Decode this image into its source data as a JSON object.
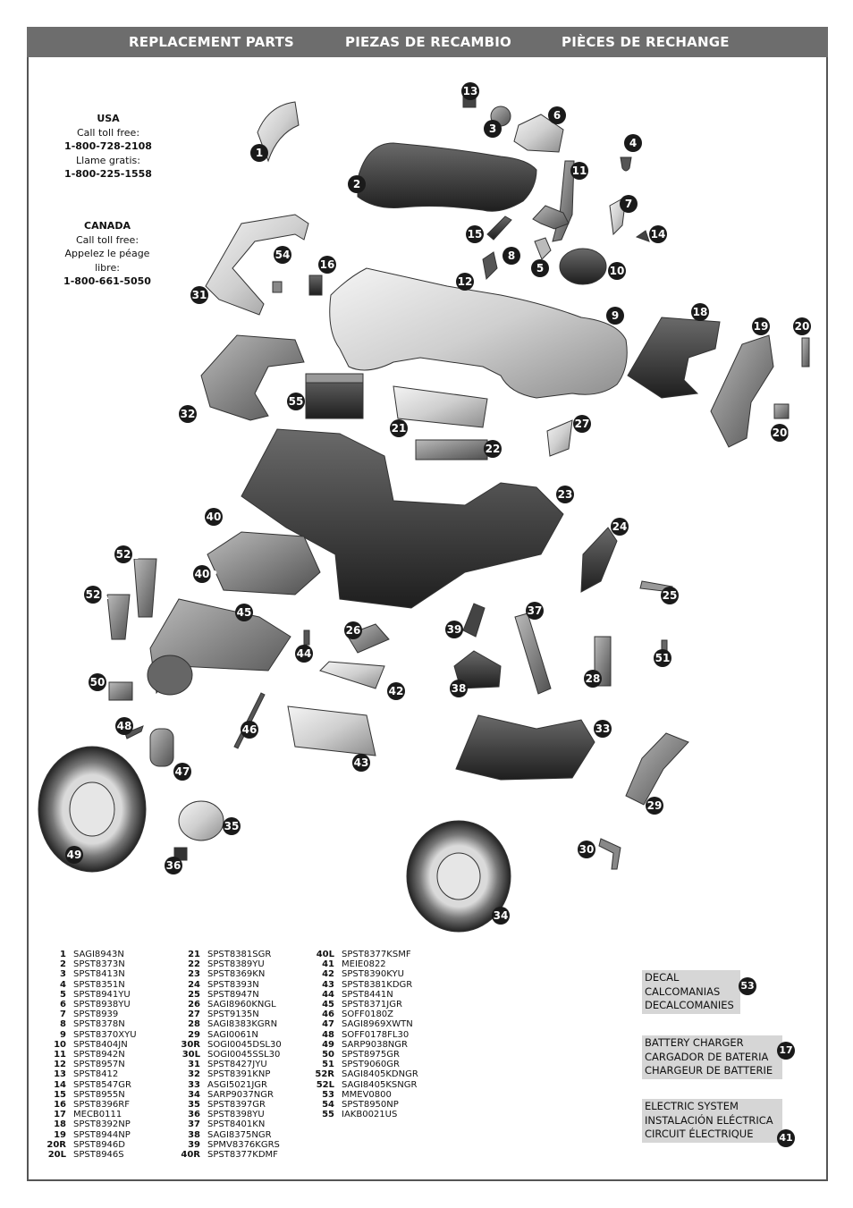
{
  "header": {
    "title_en": "REPLACEMENT PARTS",
    "title_es": "PIEZAS DE RECAMBIO",
    "title_fr": "PIÈCES DE RECHANGE"
  },
  "contacts": {
    "usa": {
      "country": "USA",
      "line1": "Call toll free:",
      "phone1": "1-800-728-2108",
      "line2": "Llame gratis:",
      "phone2": "1-800-225-1558"
    },
    "canada": {
      "country": "CANADA",
      "line1": "Call toll free:",
      "line2": "Appelez le péage",
      "line3": "libre:",
      "phone1": "1-800-661-5050"
    }
  },
  "callouts": [
    {
      "label": "1"
    },
    {
      "label": "2"
    },
    {
      "label": "3"
    },
    {
      "label": "4"
    },
    {
      "label": "5"
    },
    {
      "label": "6"
    },
    {
      "label": "7"
    },
    {
      "label": "8"
    },
    {
      "label": "9"
    },
    {
      "label": "10"
    },
    {
      "label": "11"
    },
    {
      "label": "12"
    },
    {
      "label": "13"
    },
    {
      "label": "14"
    },
    {
      "label": "15"
    },
    {
      "label": "16"
    },
    {
      "label": "18"
    },
    {
      "label": "19"
    },
    {
      "label": "20",
      "suffix": "L"
    },
    {
      "label": "20",
      "suffix": "R"
    },
    {
      "label": "21"
    },
    {
      "label": "22"
    },
    {
      "label": "23"
    },
    {
      "label": "24"
    },
    {
      "label": "25"
    },
    {
      "label": "26"
    },
    {
      "label": "27"
    },
    {
      "label": "28"
    },
    {
      "label": "29"
    },
    {
      "label": "30"
    },
    {
      "label": "31"
    },
    {
      "label": "32"
    },
    {
      "label": "33"
    },
    {
      "label": "34"
    },
    {
      "label": "35"
    },
    {
      "label": "36"
    },
    {
      "label": "37"
    },
    {
      "label": "38"
    },
    {
      "label": "39"
    },
    {
      "label": "40",
      "suffix": "L"
    },
    {
      "label": "40",
      "suffix": "R"
    },
    {
      "label": "42"
    },
    {
      "label": "43"
    },
    {
      "label": "44"
    },
    {
      "label": "45"
    },
    {
      "label": "46"
    },
    {
      "label": "47"
    },
    {
      "label": "48"
    },
    {
      "label": "49"
    },
    {
      "label": "50"
    },
    {
      "label": "51"
    },
    {
      "label": "52",
      "suffix": "L"
    },
    {
      "label": "52",
      "suffix": "R"
    },
    {
      "label": "54"
    },
    {
      "label": "55"
    }
  ],
  "parts_columns": [
    [
      {
        "num": "1",
        "code": "SAGI8943N"
      },
      {
        "num": "2",
        "code": "SPST8373N"
      },
      {
        "num": "3",
        "code": "SPST8413N"
      },
      {
        "num": "4",
        "code": "SPST8351N"
      },
      {
        "num": "5",
        "code": "SPST8941YU"
      },
      {
        "num": "6",
        "code": "SPST8938YU"
      },
      {
        "num": "7",
        "code": "SPST8939"
      },
      {
        "num": "8",
        "code": "SPST8378N"
      },
      {
        "num": "9",
        "code": "SPST8370XYU"
      },
      {
        "num": "10",
        "code": "SPST8404JN"
      },
      {
        "num": "11",
        "code": "SPST8942N"
      },
      {
        "num": "12",
        "code": "SPST8957N"
      },
      {
        "num": "13",
        "code": "SPST8412"
      },
      {
        "num": "14",
        "code": "SPST8547GR"
      },
      {
        "num": "15",
        "code": "SPST8955N"
      },
      {
        "num": "16",
        "code": "SPST8396RF"
      },
      {
        "num": "17",
        "code": "MECB0111"
      },
      {
        "num": "18",
        "code": "SPST8392NP"
      },
      {
        "num": "19",
        "code": "SPST8944NP"
      },
      {
        "num": "20R",
        "code": "SPST8946D"
      },
      {
        "num": "20L",
        "code": "SPST8946S"
      }
    ],
    [
      {
        "num": "21",
        "code": "SPST8381SGR"
      },
      {
        "num": "22",
        "code": "SPST8389YU"
      },
      {
        "num": "23",
        "code": "SPST8369KN"
      },
      {
        "num": "24",
        "code": "SPST8393N"
      },
      {
        "num": "25",
        "code": "SPST8947N"
      },
      {
        "num": "26",
        "code": "SAGI8960KNGL"
      },
      {
        "num": "27",
        "code": "SPST9135N"
      },
      {
        "num": "28",
        "code": "SAGI8383KGRN"
      },
      {
        "num": "29",
        "code": "SAGI0061N"
      },
      {
        "num": "30R",
        "code": "SOGI0045DSL30"
      },
      {
        "num": "30L",
        "code": "SOGI0045SSL30"
      },
      {
        "num": "31",
        "code": "SPST8427JYU"
      },
      {
        "num": "32",
        "code": "SPST8391KNP"
      },
      {
        "num": "33",
        "code": "ASGI5021JGR"
      },
      {
        "num": "34",
        "code": "SARP9037NGR"
      },
      {
        "num": "35",
        "code": "SPST8397GR"
      },
      {
        "num": "36",
        "code": "SPST8398YU"
      },
      {
        "num": "37",
        "code": "SPST8401KN"
      },
      {
        "num": "38",
        "code": "SAGI8375NGR"
      },
      {
        "num": "39",
        "code": "SPMV8376KGRS"
      },
      {
        "num": "40R",
        "code": "SPST8377KDMF"
      }
    ],
    [
      {
        "num": "40L",
        "code": "SPST8377KSMF"
      },
      {
        "num": "41",
        "code": "MEIE0822"
      },
      {
        "num": "42",
        "code": "SPST8390KYU"
      },
      {
        "num": "43",
        "code": "SPST8381KDGR"
      },
      {
        "num": "44",
        "code": "SPST8441N"
      },
      {
        "num": "45",
        "code": "SPST8371JGR"
      },
      {
        "num": "46",
        "code": "SOFF0180Z"
      },
      {
        "num": "47",
        "code": "SAGI8969XWTN"
      },
      {
        "num": "48",
        "code": "SOFF0178FL30"
      },
      {
        "num": "49",
        "code": "SARP9038NGR"
      },
      {
        "num": "50",
        "code": "SPST8975GR"
      },
      {
        "num": "51",
        "code": "SPST9060GR"
      },
      {
        "num": "52R",
        "code": "SAGI8405KDNGR"
      },
      {
        "num": "52L",
        "code": "SAGI8405KSNGR"
      },
      {
        "num": "53",
        "code": "MMEV0800"
      },
      {
        "num": "54",
        "code": "SPST8950NP"
      },
      {
        "num": "55",
        "code": "IAKB0021US"
      }
    ]
  ],
  "groups": {
    "decal": {
      "num": "53",
      "lines": [
        "DECAL",
        "CALCOMANIAS",
        "DECALCOMANIES"
      ]
    },
    "charger": {
      "num": "17",
      "lines": [
        "BATTERY CHARGER",
        "CARGADOR DE BATERIA",
        "CHARGEUR DE BATTERIE"
      ]
    },
    "electric": {
      "num": "41",
      "lines": [
        "ELECTRIC SYSTEM",
        "INSTALACIÓN ELÉCTRICA",
        "CIRCUIT ÉLECTRIQUE"
      ]
    }
  },
  "colors": {
    "header_bg": "#6d6d6d",
    "callout_bg": "#1a1a1a",
    "group_bg": "#d6d6d6"
  }
}
